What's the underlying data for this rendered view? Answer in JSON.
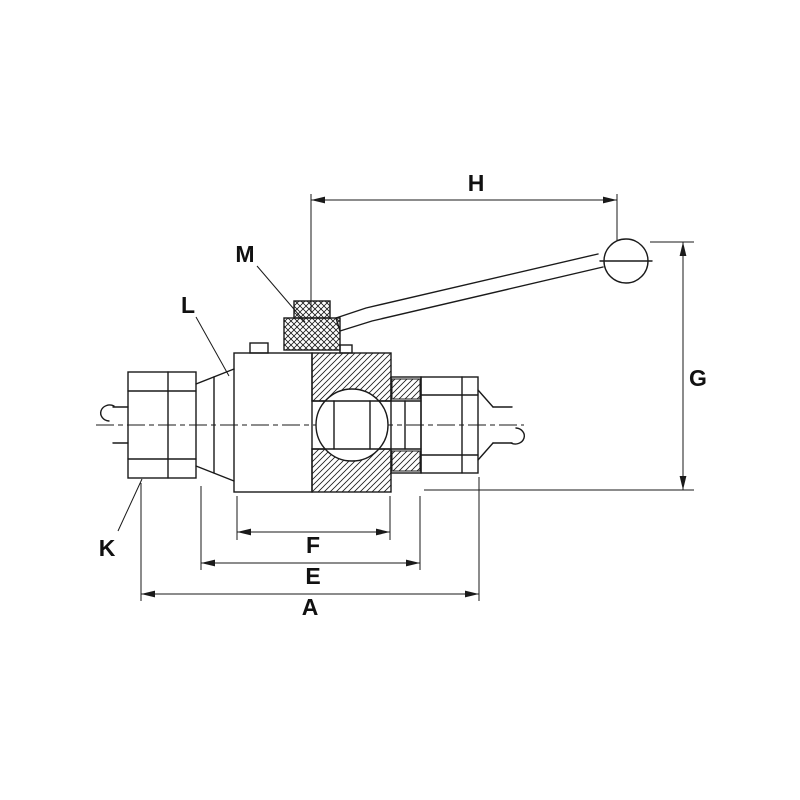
{
  "diagram": {
    "kind": "technical line drawing",
    "subject": "two-way ball valve with lever handle and compression tube fittings, section side view with dimension callouts",
    "background_color": "#ffffff",
    "line_color": "#1a1a1a",
    "dimension_labels": {
      "H": "H",
      "G": "G",
      "M": "M",
      "L": "L",
      "K": "K",
      "F": "F",
      "E": "E",
      "A": "A"
    }
  }
}
